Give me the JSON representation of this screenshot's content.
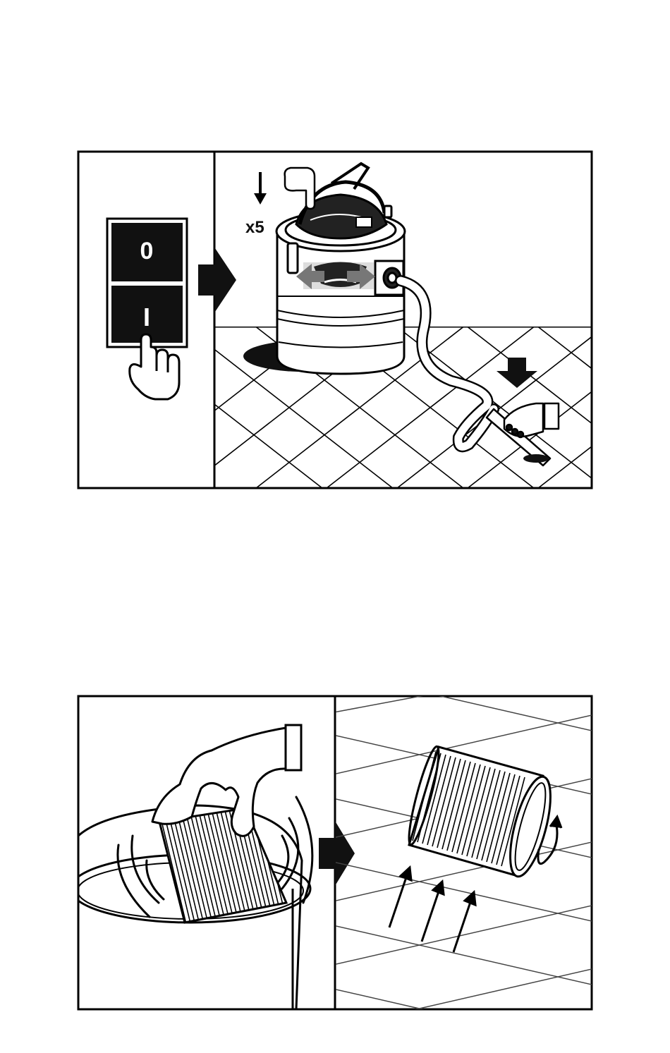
{
  "figure_top": {
    "switch": {
      "off_label": "0",
      "on_label": "I"
    },
    "shake_count": "x5"
  },
  "figure_bottom": {}
}
